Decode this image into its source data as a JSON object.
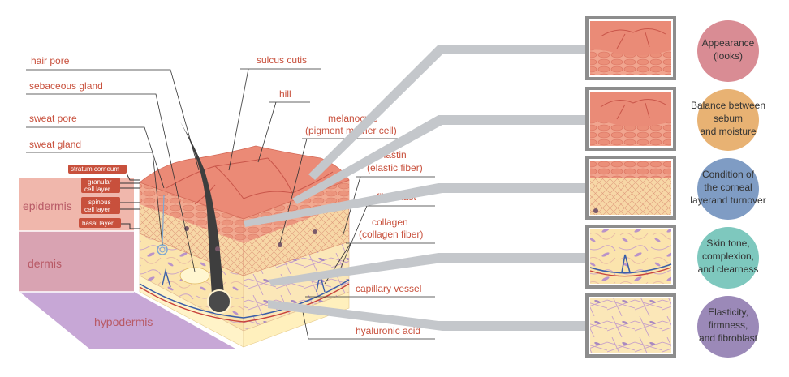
{
  "labels": {
    "hair_pore": "hair pore",
    "sebaceous_gland": "sebaceous gland",
    "sweat_pore": "sweat pore",
    "sweat_gland": "sweat gland",
    "sulcus_cutis": "sulcus cutis",
    "hill": "hill",
    "melanocyte_1": "melanocyte",
    "melanocyte_2": "(pigment mother cell)",
    "elastin_1": "elastin",
    "elastin_2": "(elastic fiber)",
    "fibroblast": "fibroblast",
    "collagen_1": "collagen",
    "collagen_2": "(collagen fiber)",
    "capillary_vessel": "capillary vessel",
    "hyaluronic_acid": "hyaluronic acid"
  },
  "epidermis_layers": {
    "stratum_corneum": "stratum corneum",
    "granular_1": "granular",
    "granular_2": "cell layer",
    "spinous_1": "spinous",
    "spinous_2": "cell layer",
    "basal": "basal layer"
  },
  "sections": {
    "epidermis": "epidermis",
    "dermis": "dermis",
    "hypodermis": "hypodermis"
  },
  "functions": [
    {
      "line1": "Appearance",
      "line2": "(looks)",
      "line3": "",
      "color": "#d98c94"
    },
    {
      "line1": "Balance between",
      "line2": "sebum",
      "line3": "and moisture",
      "color": "#e8b273"
    },
    {
      "line1": "Condition of",
      "line2": "the corneal",
      "line3": "layerand turnover",
      "color": "#7f9cc4"
    },
    {
      "line1": "Skin tone,",
      "line2": "complexion,",
      "line3": "and clearness",
      "color": "#7ec8be"
    },
    {
      "line1": "Elasticity,",
      "line2": "firmness,",
      "line3": "and fibroblast",
      "color": "#9b89b8"
    }
  ]
}
